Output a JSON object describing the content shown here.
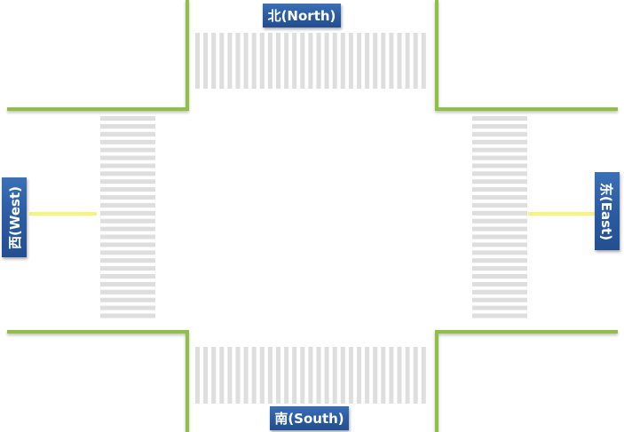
{
  "labels": {
    "north": "北(North)",
    "south": "南(South)",
    "west": "西(West)",
    "east": "东(East)"
  },
  "colors": {
    "curb": "#8fbf45",
    "crosswalk_stripe": "#dedede",
    "center_line": "#f4f57a",
    "label_bg": "#2c5ea3",
    "label_text": "#ffffff"
  }
}
